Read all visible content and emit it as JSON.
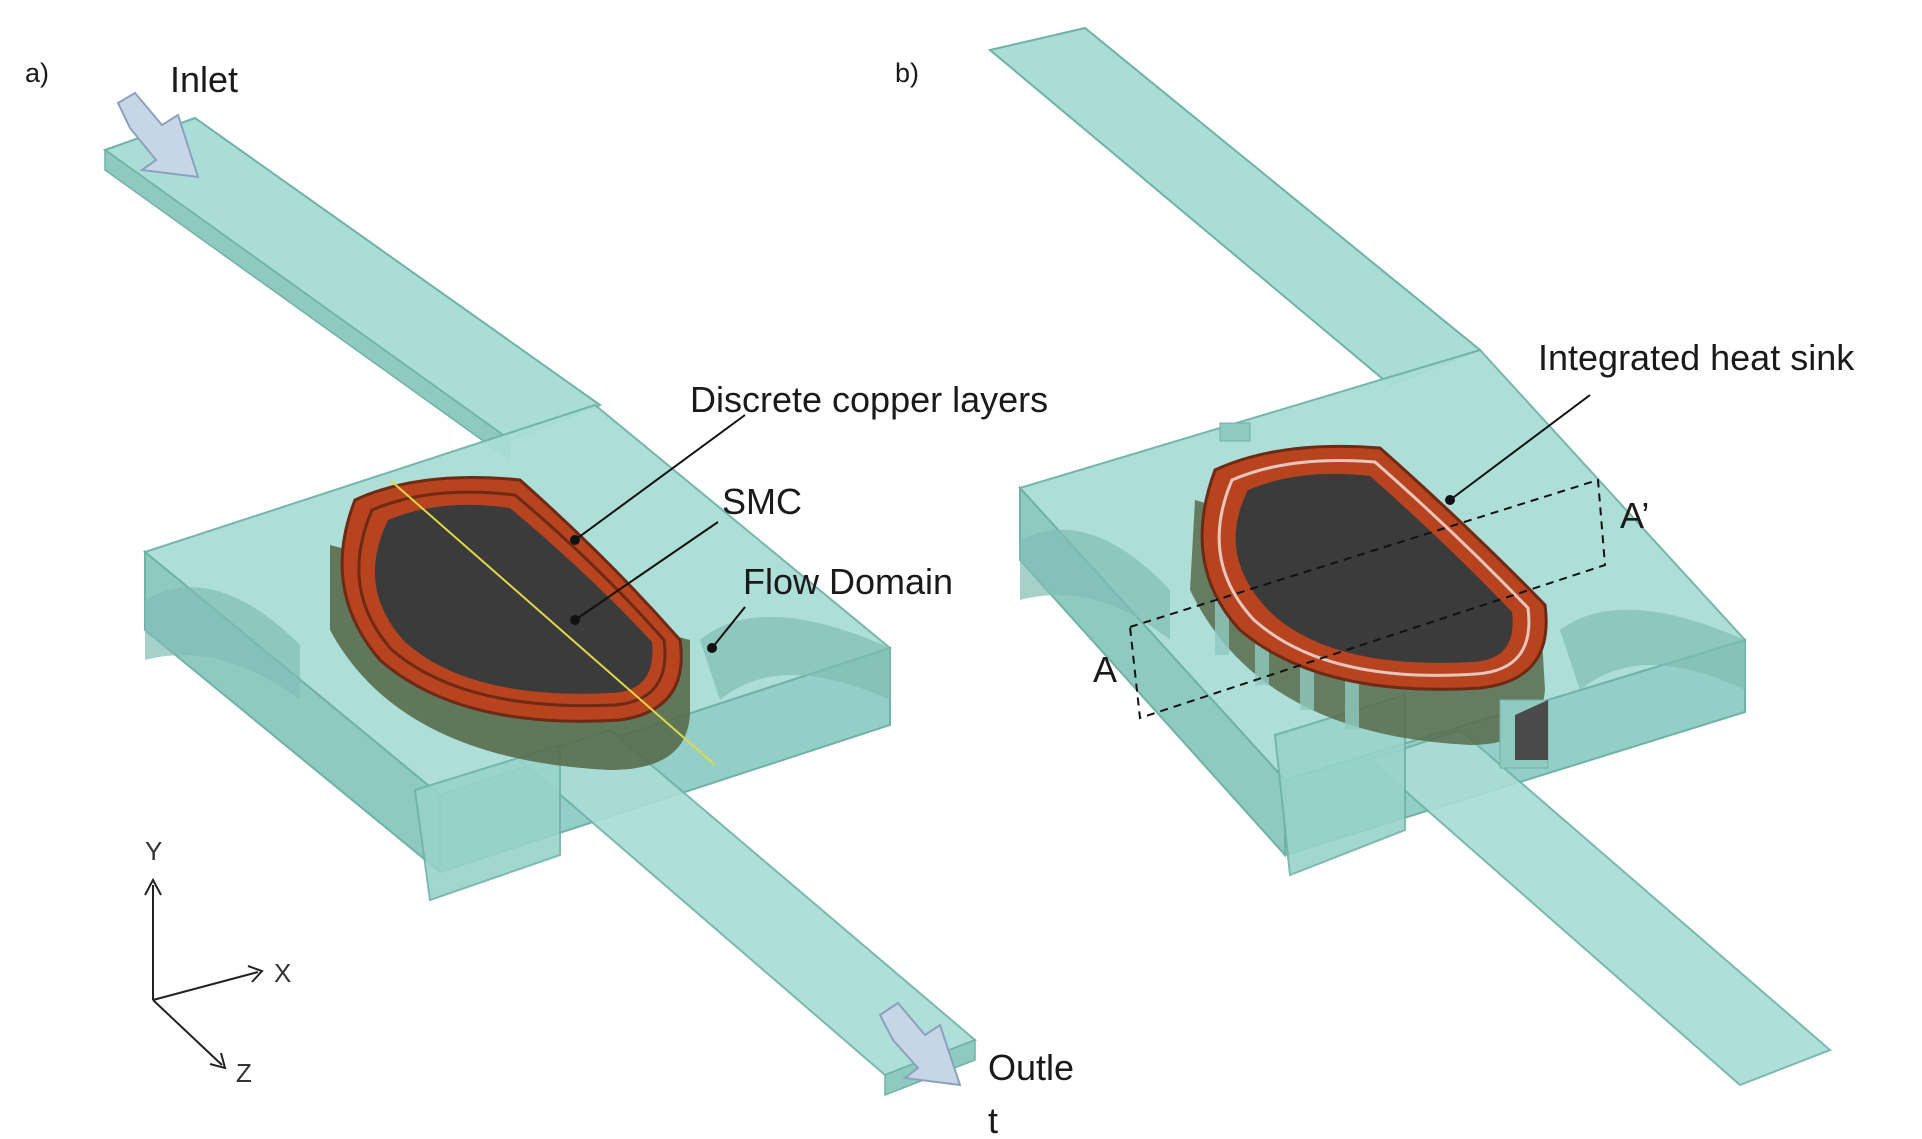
{
  "panel_a": {
    "tag": "a)",
    "inlet_label": "Inlet",
    "outlet_label_line1": "Outle",
    "outlet_label_line2": "t",
    "callouts": {
      "copper": "Discrete copper layers",
      "smc": "SMC",
      "flow": "Flow Domain"
    },
    "axes": {
      "y": "Y",
      "x": "X",
      "z": "Z"
    }
  },
  "panel_b": {
    "tag": "b)",
    "callouts": {
      "heat_sink": "Integrated heat sink"
    },
    "section": {
      "start": "A",
      "end": "A’"
    }
  },
  "colors": {
    "fluid": "#a9ddd6",
    "fluid_side": "#8fcac1",
    "fluid_edge": "#6fb3a8",
    "copper": "#b8441f",
    "copper_dark": "#6e2a14",
    "core": "#3b3b3b",
    "body_side": "#586b4c"
  }
}
